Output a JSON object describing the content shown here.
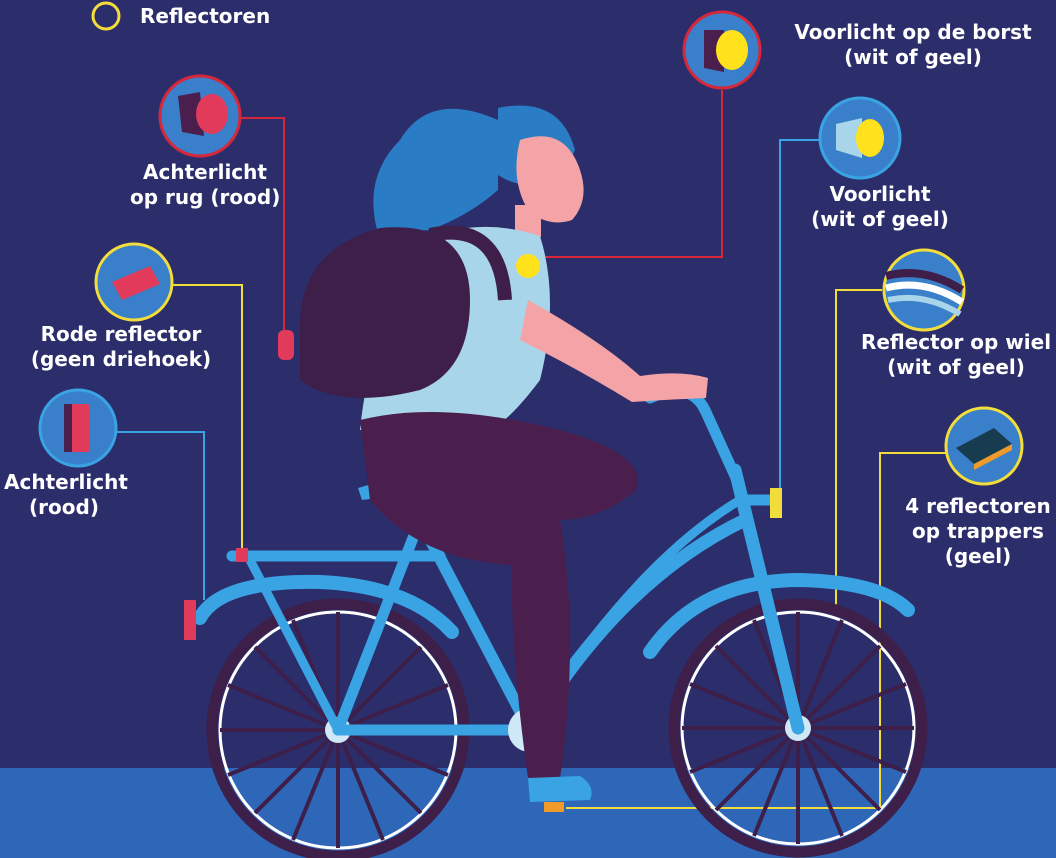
{
  "legend": {
    "label": "Reflectoren",
    "ring_color": "#f2dd3a"
  },
  "colors": {
    "background": "#2c2d6b",
    "ground": "#2e66b8",
    "bike": "#3aa3e3",
    "light_ring": "#d6283a",
    "reflector_ring": "#f2dd3a",
    "blue_ring": "#3aa3e3",
    "red_light": "#e23a5a",
    "yellow_light": "#ffe11c"
  },
  "labels": {
    "back_light_back": {
      "line1": "Achterlicht",
      "line2": "op rug (rood)",
      "icon": "red-light-icon"
    },
    "red_reflector": {
      "line1": "Rode  reflector",
      "line2": "(geen driehoek)",
      "icon": "red-reflector-icon"
    },
    "rear_light": {
      "line1": "Achterlicht",
      "line2": "(rood)",
      "icon": "rear-light-icon"
    },
    "front_chest": {
      "line1": "Voorlicht op de borst",
      "line2": "(wit of geel)",
      "icon": "chest-light-icon"
    },
    "front_light": {
      "line1": "Voorlicht",
      "line2": "(wit of geel)",
      "icon": "front-light-icon"
    },
    "wheel_reflector": {
      "line1": "Reflector op wiel",
      "line2": "(wit of geel)",
      "icon": "wheel-reflector-icon"
    },
    "pedal_reflectors": {
      "line1": "4 reflectoren",
      "line2": "op trappers",
      "line3": "(geel)",
      "icon": "pedal-reflector-icon"
    }
  }
}
